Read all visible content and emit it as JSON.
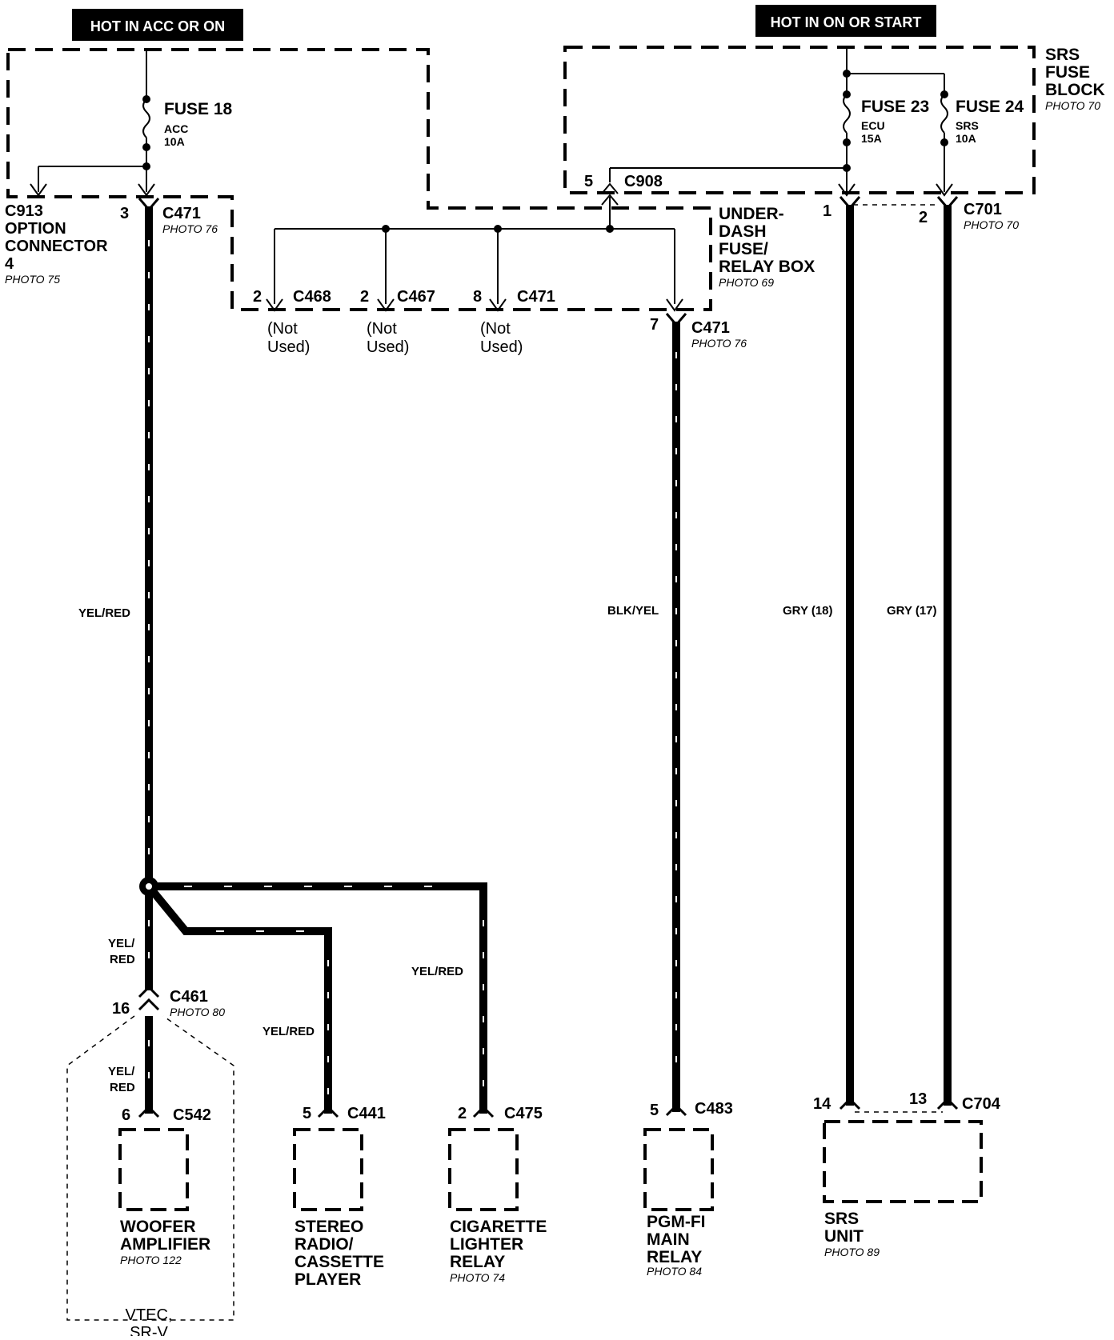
{
  "headers": {
    "left": "HOT IN ACC OR ON",
    "right": "HOT IN ON OR START"
  },
  "fuses": {
    "f18": {
      "name": "FUSE 18",
      "l1": "ACC",
      "l2": "10A"
    },
    "f23": {
      "name": "FUSE 23",
      "l1": "ECU",
      "l2": "15A"
    },
    "f24": {
      "name": "FUSE 24",
      "l1": "SRS",
      "l2": "10A"
    }
  },
  "srs_block": {
    "l1": "SRS",
    "l2": "FUSE",
    "l3": "BLOCK",
    "photo": "PHOTO 70"
  },
  "underdash": {
    "l1": "UNDER-",
    "l2": "DASH",
    "l3": "FUSE/",
    "l4": "RELAY BOX",
    "photo": "PHOTO 69"
  },
  "option_conn": {
    "id": "C913",
    "l1": "OPTION",
    "l2": "CONNECTOR",
    "l3": "4",
    "photo": "PHOTO 75"
  },
  "connectors": {
    "c471_top": {
      "pin": "3",
      "id": "C471",
      "photo": "PHOTO 76"
    },
    "c908": {
      "pin": "5",
      "id": "C908"
    },
    "c468": {
      "pin": "2",
      "id": "C468"
    },
    "c467": {
      "pin": "2",
      "id": "C467"
    },
    "c471_mid": {
      "pin": "8",
      "id": "C471"
    },
    "c471_out": {
      "pin": "7",
      "id": "C471",
      "photo": "PHOTO 76"
    },
    "c701": {
      "pin1": "1",
      "pin2": "2",
      "id": "C701",
      "photo": "PHOTO 70"
    },
    "c461": {
      "pin": "16",
      "id": "C461",
      "photo": "PHOTO 80"
    },
    "c542": {
      "pin": "6",
      "id": "C542"
    },
    "c441": {
      "pin": "5",
      "id": "C441"
    },
    "c475": {
      "pin": "2",
      "id": "C475"
    },
    "c483": {
      "pin": "5",
      "id": "C483"
    },
    "c704": {
      "pin1": "14",
      "pin2": "13",
      "id": "C704"
    }
  },
  "not_used": {
    "l1": "(Not",
    "l2": "Used)"
  },
  "wires": {
    "yel_red": "YEL/RED",
    "yel": "YEL/",
    "red": "RED",
    "blk_yel": "BLK/YEL",
    "gry18": "GRY (18)",
    "gry17": "GRY (17)"
  },
  "components": {
    "woofer": {
      "l1": "WOOFER",
      "l2": "AMPLIFIER",
      "photo": "PHOTO 122"
    },
    "stereo": {
      "l1": "STEREO",
      "l2": "RADIO/",
      "l3": "CASSETTE",
      "l4": "PLAYER"
    },
    "cig": {
      "l1": "CIGARETTE",
      "l2": "LIGHTER",
      "l3": "RELAY",
      "photo": "PHOTO 74"
    },
    "pgm": {
      "l1": "PGM-FI",
      "l2": "MAIN",
      "l3": "RELAY",
      "photo": "PHOTO 84"
    },
    "srs": {
      "l1": "SRS",
      "l2": "UNIT",
      "photo": "PHOTO 89"
    }
  },
  "variant": {
    "l1": "VTEC,",
    "l2": "SR-V"
  }
}
